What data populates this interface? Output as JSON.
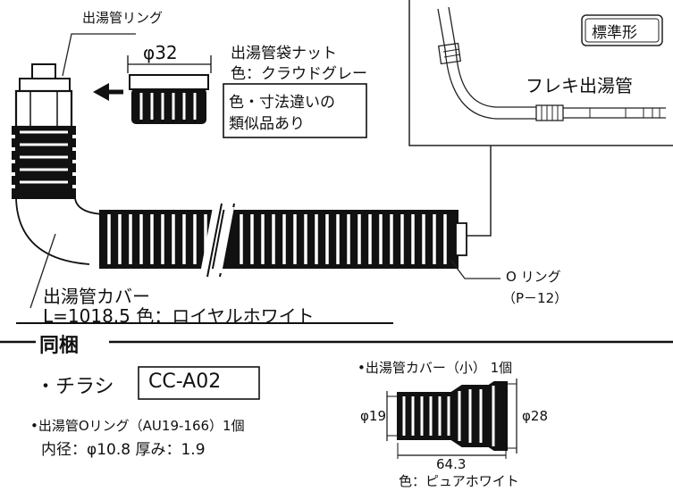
{
  "diagram": {
    "labels": {
      "ring_top": "出湯管リング",
      "nut_dia": "φ32",
      "nut_name": "出湯管袋ナット",
      "nut_color": "色：クラウドグレー",
      "notice_line1": "色・寸法違いの",
      "notice_line2": "類似品あり",
      "standard_badge": "標準形",
      "flex_pipe": "フレキ出湯管",
      "o_ring": "O リング",
      "o_ring_size": "（P－12）",
      "cover_name": "出湯管カバー",
      "cover_spec": "L=1018.5  色：ロイヤルホワイト"
    },
    "bundle": {
      "heading": "同梱",
      "leaflet_label": "・チラシ",
      "leaflet_code": "CC-A02",
      "oring_item": "•出湯管Oリング（AU19-166）1個",
      "oring_dims": "内径：φ10.8   厚み：1.9",
      "small_cover_item": "•出湯管カバー（小）  1個",
      "small_cover_dia_left": "φ19",
      "small_cover_dia_right": "φ28",
      "small_cover_length": "64.3",
      "small_cover_color": "色：ピュアホワイト"
    }
  }
}
